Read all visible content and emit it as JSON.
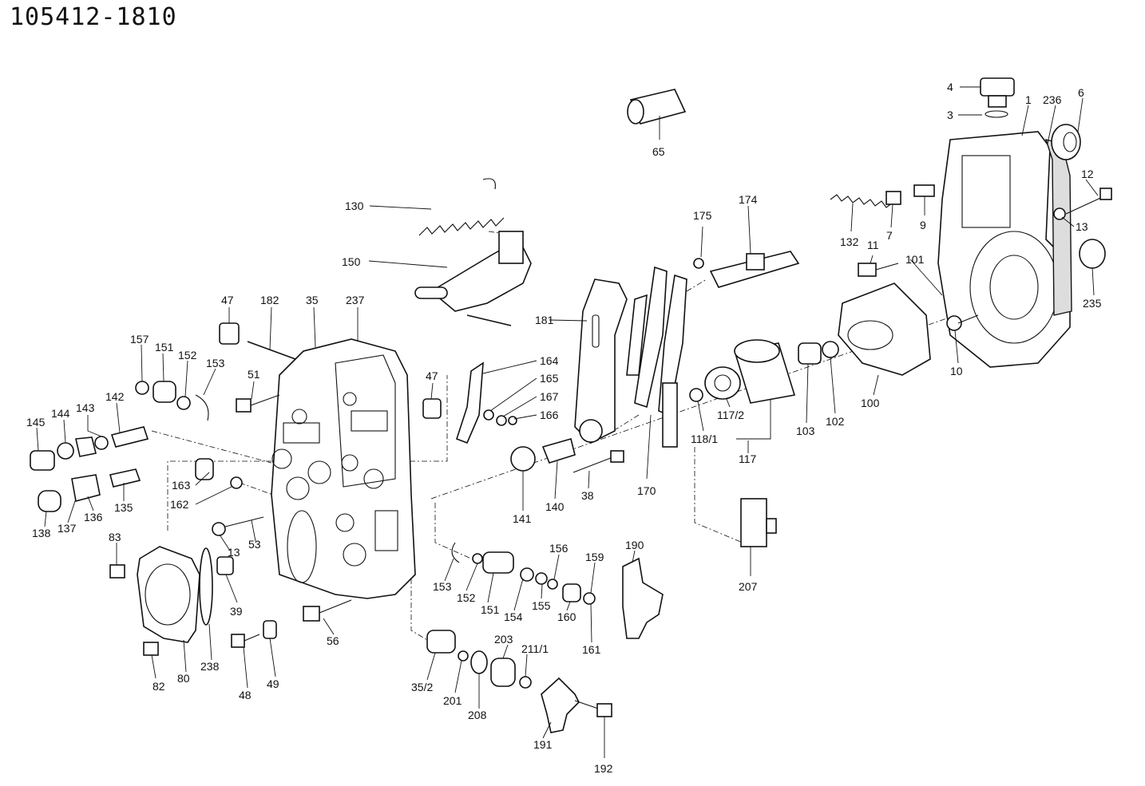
{
  "header": {
    "document_id": "105412-1810"
  },
  "callouts": [
    {
      "id": "c4",
      "label": "4"
    },
    {
      "id": "c3",
      "label": "3"
    },
    {
      "id": "c1",
      "label": "1"
    },
    {
      "id": "c236",
      "label": "236"
    },
    {
      "id": "c6",
      "label": "6"
    },
    {
      "id": "c12",
      "label": "12"
    },
    {
      "id": "c13r",
      "label": "13"
    },
    {
      "id": "c235",
      "label": "235"
    },
    {
      "id": "c65",
      "label": "65"
    },
    {
      "id": "c130",
      "label": "130"
    },
    {
      "id": "c150",
      "label": "150"
    },
    {
      "id": "c175",
      "label": "175"
    },
    {
      "id": "c174",
      "label": "174"
    },
    {
      "id": "c132",
      "label": "132"
    },
    {
      "id": "c7",
      "label": "7"
    },
    {
      "id": "c9",
      "label": "9"
    },
    {
      "id": "c11",
      "label": "11"
    },
    {
      "id": "c101",
      "label": "101"
    },
    {
      "id": "c10",
      "label": "10"
    },
    {
      "id": "c100",
      "label": "100"
    },
    {
      "id": "c102",
      "label": "102"
    },
    {
      "id": "c103",
      "label": "103"
    },
    {
      "id": "c1172",
      "label": "117/2"
    },
    {
      "id": "c1181",
      "label": "118/1"
    },
    {
      "id": "c117",
      "label": "117"
    },
    {
      "id": "c181",
      "label": "181"
    },
    {
      "id": "c170",
      "label": "170"
    },
    {
      "id": "c207",
      "label": "207"
    },
    {
      "id": "c164",
      "label": "164"
    },
    {
      "id": "c165",
      "label": "165"
    },
    {
      "id": "c167",
      "label": "167"
    },
    {
      "id": "c166",
      "label": "166"
    },
    {
      "id": "c141",
      "label": "141"
    },
    {
      "id": "c140",
      "label": "140"
    },
    {
      "id": "c38",
      "label": "38"
    },
    {
      "id": "c47a",
      "label": "47"
    },
    {
      "id": "c182",
      "label": "182"
    },
    {
      "id": "c35",
      "label": "35"
    },
    {
      "id": "c237",
      "label": "237"
    },
    {
      "id": "c47b",
      "label": "47"
    },
    {
      "id": "c51",
      "label": "51"
    },
    {
      "id": "c157",
      "label": "157"
    },
    {
      "id": "c151a",
      "label": "151"
    },
    {
      "id": "c152a",
      "label": "152"
    },
    {
      "id": "c153a",
      "label": "153"
    },
    {
      "id": "c145",
      "label": "145"
    },
    {
      "id": "c144",
      "label": "144"
    },
    {
      "id": "c143",
      "label": "143"
    },
    {
      "id": "c142",
      "label": "142"
    },
    {
      "id": "c138",
      "label": "138"
    },
    {
      "id": "c137",
      "label": "137"
    },
    {
      "id": "c136",
      "label": "136"
    },
    {
      "id": "c135",
      "label": "135"
    },
    {
      "id": "c163",
      "label": "163"
    },
    {
      "id": "c162",
      "label": "162"
    },
    {
      "id": "c83",
      "label": "83"
    },
    {
      "id": "c13l",
      "label": "13"
    },
    {
      "id": "c53",
      "label": "53"
    },
    {
      "id": "c39",
      "label": "39"
    },
    {
      "id": "c82",
      "label": "82"
    },
    {
      "id": "c80",
      "label": "80"
    },
    {
      "id": "c238",
      "label": "238"
    },
    {
      "id": "c48",
      "label": "48"
    },
    {
      "id": "c49",
      "label": "49"
    },
    {
      "id": "c56",
      "label": "56"
    },
    {
      "id": "c153b",
      "label": "153"
    },
    {
      "id": "c152b",
      "label": "152"
    },
    {
      "id": "c151b",
      "label": "151"
    },
    {
      "id": "c154",
      "label": "154"
    },
    {
      "id": "c155",
      "label": "155"
    },
    {
      "id": "c156",
      "label": "156"
    },
    {
      "id": "c160",
      "label": "160"
    },
    {
      "id": "c161",
      "label": "161"
    },
    {
      "id": "c159",
      "label": "159"
    },
    {
      "id": "c190",
      "label": "190"
    },
    {
      "id": "c352",
      "label": "35/2"
    },
    {
      "id": "c201",
      "label": "201"
    },
    {
      "id": "c208",
      "label": "208"
    },
    {
      "id": "c203",
      "label": "203"
    },
    {
      "id": "c2111",
      "label": "211/1"
    },
    {
      "id": "c191",
      "label": "191"
    },
    {
      "id": "c192",
      "label": "192"
    }
  ]
}
